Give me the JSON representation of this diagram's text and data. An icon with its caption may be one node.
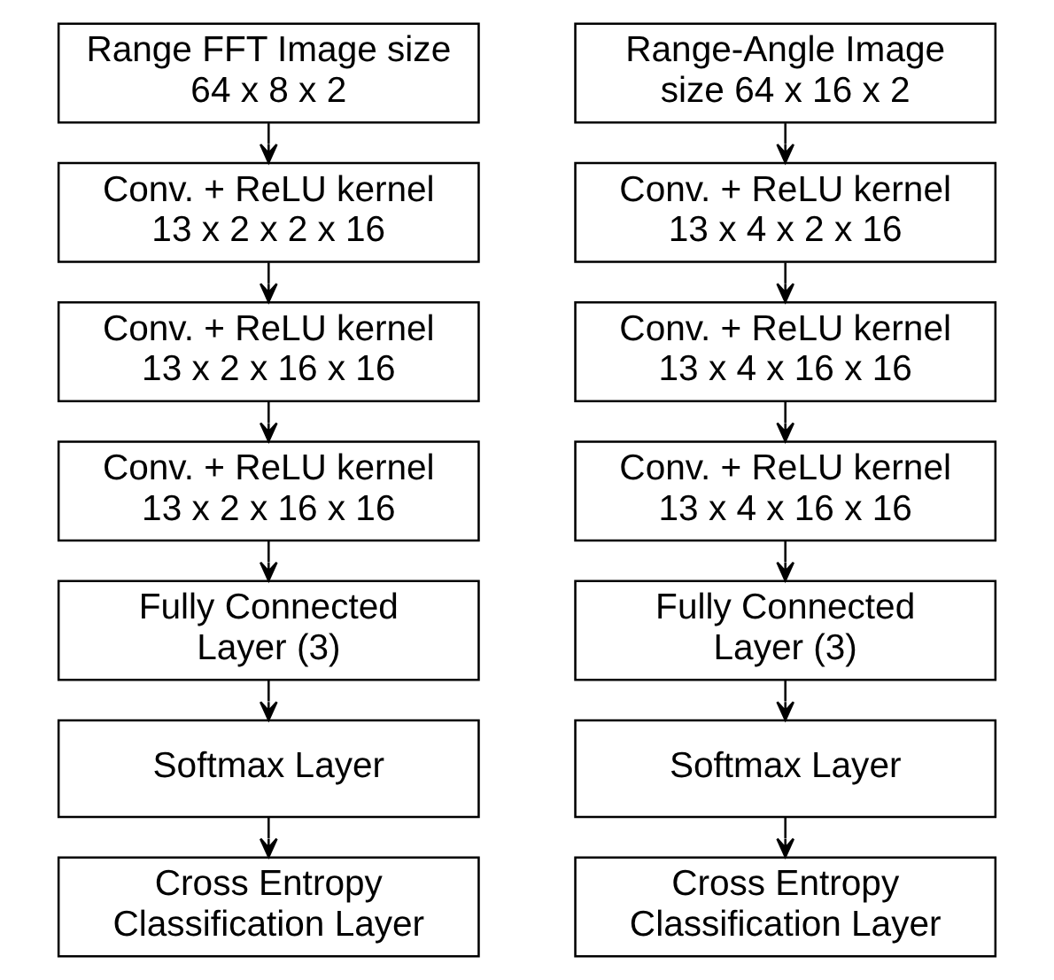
{
  "diagram": {
    "nodes": [
      {
        "text": [
          "Range FFT Image size 64 x 8 x 2"
        ]
      },
      {
        "text": [
          "Conv. + ReLU kernel 13 x 2 x 2 x 16"
        ]
      },
      {
        "text": [
          "Conv. + ReLU kernel 13 x 2 x 16 x 16"
        ]
      },
      {
        "text": [
          "Conv. + ReLU kernel 13 x 2 x 16 x 16"
        ]
      },
      {
        "text": [
          "Fully Connected Layer (3)"
        ]
      },
      {
        "text": [
          "Softmax Layer"
        ]
      },
      {
        "text": [
          "Cross Entropy Classification Layer"
        ]
      },
      {
        "text": [
          "Range-Angle Image size 64 x 16 x 2"
        ]
      },
      {
        "text": [
          "Conv. + ReLU kernel 13 x 4 x 2 x 16"
        ]
      },
      {
        "text": [
          "Conv. + ReLU kernel 13 x 4 x 16 x 16"
        ]
      },
      {
        "text": [
          "Conv. + ReLU kernel 13 x 4 x 16 x 16"
        ]
      },
      {
        "text": [
          "Fully Connected Layer (3)"
        ]
      },
      {
        "text": [
          "Softmax Layer"
        ]
      },
      {
        "text": [
          "Cross Entropy Classification Layer"
        ]
      }
    ],
    "edges": [
      {
        "from": 0,
        "to": 1,
        "arrow": "to"
      },
      {
        "from": 1,
        "to": 2,
        "arrow": "to"
      },
      {
        "from": 2,
        "to": 3,
        "arrow": "to"
      },
      {
        "from": 3,
        "to": 4,
        "arrow": "to"
      },
      {
        "from": 4,
        "to": 5,
        "arrow": "to"
      },
      {
        "from": 5,
        "to": 6,
        "arrow": "to"
      },
      {
        "from": 7,
        "to": 8,
        "arrow": "to"
      },
      {
        "from": 8,
        "to": 9,
        "arrow": "to"
      },
      {
        "from": 9,
        "to": 10,
        "arrow": "to"
      },
      {
        "from": 10,
        "to": 11,
        "arrow": "to"
      },
      {
        "from": 11,
        "to": 12,
        "arrow": "to"
      },
      {
        "from": 12,
        "to": 13,
        "arrow": "to"
      }
    ]
  }
}
